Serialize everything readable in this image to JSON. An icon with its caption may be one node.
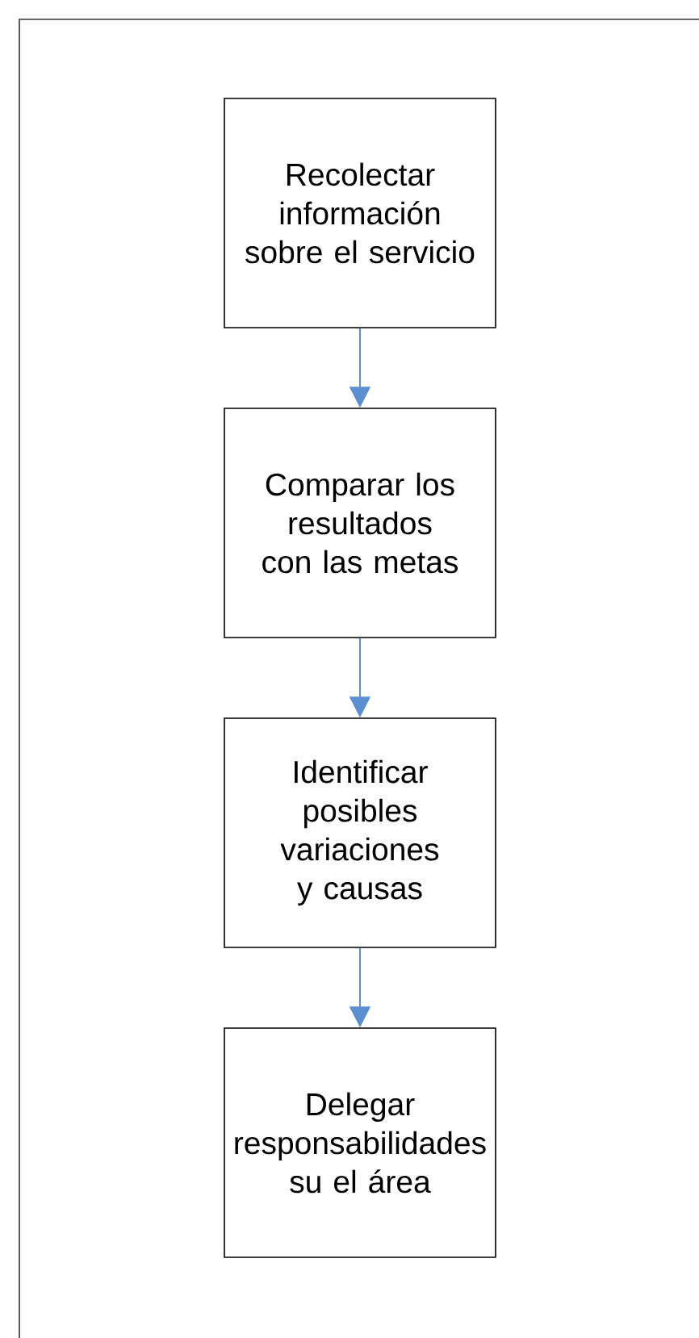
{
  "diagram": {
    "nodes": [
      {
        "text": [
          "Recolectar información sobre el servicio"
        ]
      },
      {
        "text": [
          "Comparar los resultados con las metas"
        ]
      },
      {
        "text": [
          "Identificar posibles variaciones y causas"
        ]
      },
      {
        "text": [
          "Delegar responsabilidades su el área"
        ]
      }
    ],
    "edges": [
      {
        "from": 0,
        "to": 1,
        "arrow": "to"
      },
      {
        "from": 1,
        "to": 2,
        "arrow": "to"
      },
      {
        "from": 2,
        "to": 3,
        "arrow": "to"
      }
    ]
  }
}
